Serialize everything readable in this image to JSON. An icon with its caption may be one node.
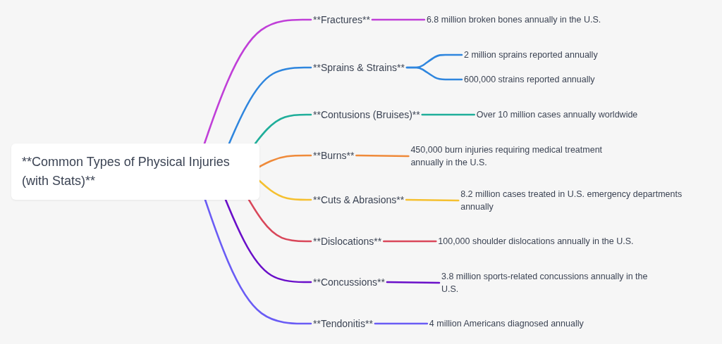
{
  "diagram": {
    "nodes": [
      {
        "text": [
          "**Common Types of Physical Injuries (with Stats)**"
        ]
      },
      {
        "text": [
          "**Fractures**"
        ]
      },
      {
        "text": [
          "6.8 million broken bones annually in the U.S."
        ]
      },
      {
        "text": [
          "**Sprains & Strains**"
        ]
      },
      {
        "text": [
          "2 million sprains reported annually"
        ]
      },
      {
        "text": [
          "600,000 strains reported annually"
        ]
      },
      {
        "text": [
          "**Contusions (Bruises)**"
        ]
      },
      {
        "text": [
          "Over 10 million cases annually worldwide"
        ]
      },
      {
        "text": [
          "**Burns**"
        ]
      },
      {
        "text": [
          "450,000 burn injuries requiring medical treatment annually in the U.S."
        ]
      },
      {
        "text": [
          "**Cuts & Abrasions**"
        ]
      },
      {
        "text": [
          "8.2 million cases treated in U.S. emergency departments annually"
        ]
      },
      {
        "text": [
          "**Dislocations**"
        ]
      },
      {
        "text": [
          "100,000 shoulder dislocations annually in the U.S."
        ]
      },
      {
        "text": [
          "**Concussions**"
        ]
      },
      {
        "text": [
          "3.8 million sports-related concussions annually in the U.S."
        ]
      },
      {
        "text": [
          "**Tendonitis**"
        ]
      },
      {
        "text": [
          "4 million Americans diagnosed annually"
        ]
      }
    ],
    "edges": [
      {
        "from": 0,
        "to": 1,
        "arrow": "none",
        "color": "#c03fd8"
      },
      {
        "from": 1,
        "to": 2,
        "arrow": "none",
        "color": "#c03fd8"
      },
      {
        "from": 0,
        "to": 3,
        "arrow": "none",
        "color": "#2f86de"
      },
      {
        "from": 3,
        "to": 4,
        "arrow": "none",
        "color": "#2f86de"
      },
      {
        "from": 3,
        "to": 5,
        "arrow": "none",
        "color": "#2f86de"
      },
      {
        "from": 0,
        "to": 6,
        "arrow": "none",
        "color": "#1fae9a"
      },
      {
        "from": 6,
        "to": 7,
        "arrow": "none",
        "color": "#1fae9a"
      },
      {
        "from": 0,
        "to": 8,
        "arrow": "none",
        "color": "#ef8a3a"
      },
      {
        "from": 8,
        "to": 9,
        "arrow": "none",
        "color": "#ef8a3a"
      },
      {
        "from": 0,
        "to": 10,
        "arrow": "none",
        "color": "#f5c030"
      },
      {
        "from": 10,
        "to": 11,
        "arrow": "none",
        "color": "#f5c030"
      },
      {
        "from": 0,
        "to": 12,
        "arrow": "none",
        "color": "#d9475a"
      },
      {
        "from": 12,
        "to": 13,
        "arrow": "none",
        "color": "#d9475a"
      },
      {
        "from": 0,
        "to": 14,
        "arrow": "none",
        "color": "#6a0fc9"
      },
      {
        "from": 14,
        "to": 15,
        "arrow": "none",
        "color": "#6a0fc9"
      },
      {
        "from": 0,
        "to": 16,
        "arrow": "none",
        "color": "#6a5cf5"
      },
      {
        "from": 16,
        "to": 17,
        "arrow": "none",
        "color": "#6a5cf5"
      }
    ]
  }
}
